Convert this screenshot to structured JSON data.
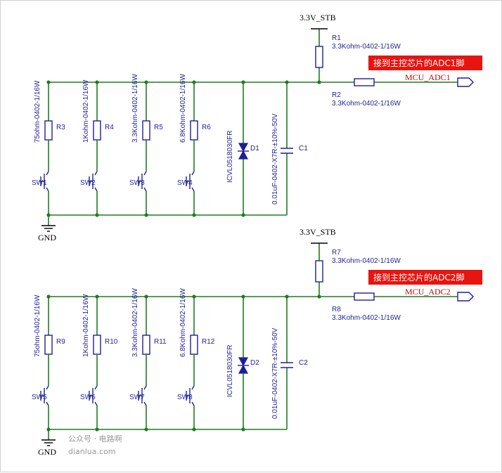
{
  "circuits": [
    {
      "supply_label": "3.3V_STB",
      "pullup": {
        "ref": "R1",
        "value": "3.3Kohm-0402-1/16W"
      },
      "series": {
        "ref": "R2",
        "value": "3.3Kohm-0402-1/16W"
      },
      "note": "接到主控芯片的ADC1脚",
      "net_label": "MCU_ADC1",
      "ladder_resistors": [
        {
          "ref": "R3",
          "value": "75ohm-0402-1/16W"
        },
        {
          "ref": "R4",
          "value": "1Kohm-0402-1/16W"
        },
        {
          "ref": "R5",
          "value": "3.3Kohm-0402-1/16W"
        },
        {
          "ref": "R6",
          "value": "6.8Kohm-0402-1/16W"
        }
      ],
      "switches": [
        "SW1",
        "SW2",
        "SW3",
        "SW4"
      ],
      "diode": {
        "ref": "D1",
        "value": "ICVL0518030FR"
      },
      "capacitor": {
        "ref": "C1",
        "value": "0.01uF-0402-X7R-±10%-50V"
      },
      "ground_label": "GND"
    },
    {
      "supply_label": "3.3V_STB",
      "pullup": {
        "ref": "R7",
        "value": "3.3Kohm-0402-1/16W"
      },
      "series": {
        "ref": "R8",
        "value": "3.3Kohm-0402-1/16W"
      },
      "note": "接到主控芯片的ADC2脚",
      "net_label": "MCU_ADC2",
      "ladder_resistors": [
        {
          "ref": "R9",
          "value": "75ohm-0402-1/16W"
        },
        {
          "ref": "R10",
          "value": "1Kohm-0402-1/16W"
        },
        {
          "ref": "R11",
          "value": "3.3Kohm-0402-1/16W"
        },
        {
          "ref": "R12",
          "value": "6.8Kohm-0402-1/16W"
        }
      ],
      "switches": [
        "SW5",
        "SW6",
        "SW7",
        "SW8"
      ],
      "diode": {
        "ref": "D2",
        "value": "ICVL0518030FR"
      },
      "capacitor": {
        "ref": "C2",
        "value": "0.01uF-0402-X7R-±10%-50V"
      },
      "ground_label": "GND"
    }
  ],
  "watermark": {
    "line1": "公众号 · 电路啊",
    "line2": "dianlua.com"
  },
  "colors": {
    "wire": "#1e7d1e",
    "component": "#1e1e99",
    "note_bg": "#e8140f",
    "net_label": "#aa1111"
  }
}
